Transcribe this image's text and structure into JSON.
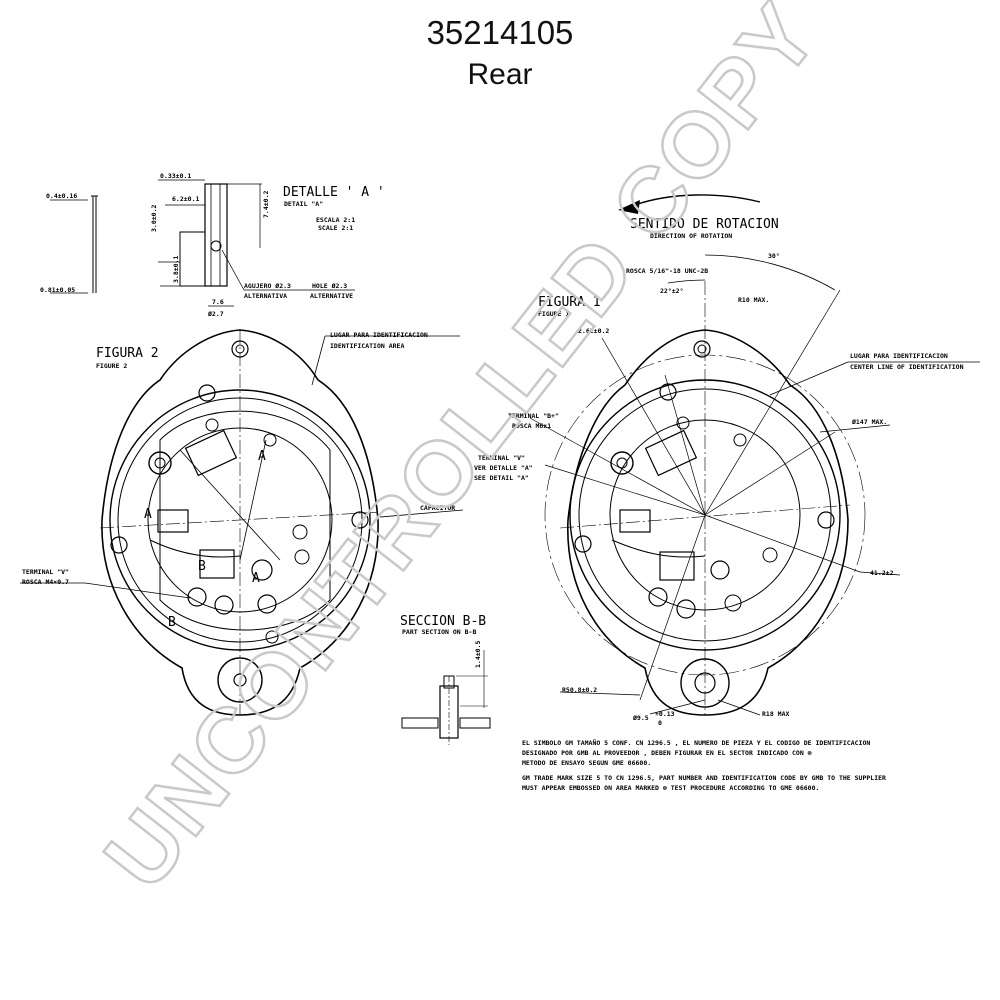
{
  "header": {
    "part_number": "35214105",
    "view": "Rear"
  },
  "watermark": "UNCONTROLLED COPY",
  "detail_a": {
    "title": "DETALLE ' A '",
    "subtitle": "DETAIL \"A\"",
    "scale_es": "ESCALA 2:1",
    "scale_en": "SCALE 2:1",
    "hole_es": "AGUJERO Ø2.3",
    "hole_en": "HOLE Ø2.3",
    "alt_es": "ALTERNATIVA",
    "alt_en": "ALTERNATIVE",
    "dims": [
      "0.33±0.1",
      "6.2±0.1",
      "7.4±0.2",
      "3.0±0.2",
      "3.8±0.1",
      "7.6",
      "Ø2.7",
      "0.4±0.16",
      "0.81±0.05"
    ]
  },
  "figure2": {
    "title": "FIGURA 2",
    "subtitle": "FIGURE 2",
    "id_area_es": "LUGAR PARA IDENTIFICACION",
    "id_area_en": "IDENTIFICATION AREA",
    "capacitor": "CAPACITOR",
    "terminal_v": "TERMINAL \"V\"",
    "thread_v": "ROSCA M4×0.7",
    "letters": [
      "A",
      "A",
      "A",
      "B",
      "B"
    ]
  },
  "section_bb": {
    "title": "SECCION B-B",
    "subtitle": "PART SECTION ON B-B",
    "dim": "1.4±0.5"
  },
  "rotation": {
    "es": "SENTIDO DE ROTACION",
    "en": "DIRECTION OF ROTATION"
  },
  "figure1": {
    "title": "FIGURA 1",
    "subtitle": "FIGURE 1",
    "thread": "ROSCA 5/16\"-18 UNC-2B",
    "angle_30": "30°",
    "angle_22": "22°±2°",
    "r10": "R10 MAX.",
    "dim_262": "2.62±0.2",
    "id_area_es": "LUGAR PARA IDENTIFICACION",
    "center_line_en": "CENTER LINE OF IDENTIFICATION",
    "terminal_b": "TERMINAL \"B+\"",
    "thread_b": "ROSCA M6x1",
    "terminal_v": "TERMINAL \"V\"",
    "ver_detalle": "VER DETALLE \"A\"",
    "see_detail": "SEE DETAIL \"A\"",
    "d147": "Ø147 MAX.",
    "d41": "41.2±2",
    "r50": "R50.8±0.2",
    "r18": "R18 MAX",
    "d95": "Ø9.5",
    "tol_plus": "+0.13",
    "tol_zero": "0"
  },
  "notes": [
    "EL SIMBOLO GM TAMAÑO 5 CONF. CN 1296.5 , EL NUMERO DE PIEZA Y EL CODIGO DE IDENTIFICACION",
    "DESIGNADO POR GMB AL PROVEEDOR , DEBEN FIGURAR EN EL SECTOR INDICADO CON ⊗",
    "METODO DE ENSAYO SEGUN GME 06600.",
    "GM TRADE MARK SIZE 5 TO CN 1296.5, PART NUMBER AND IDENTIFICATION CODE BY GMB TO THE SUPPLIER",
    "MUST APPEAR EMBOSSED ON AREA MARKED ⊗ TEST PROCEDURE ACCORDING TO GME 06600."
  ]
}
